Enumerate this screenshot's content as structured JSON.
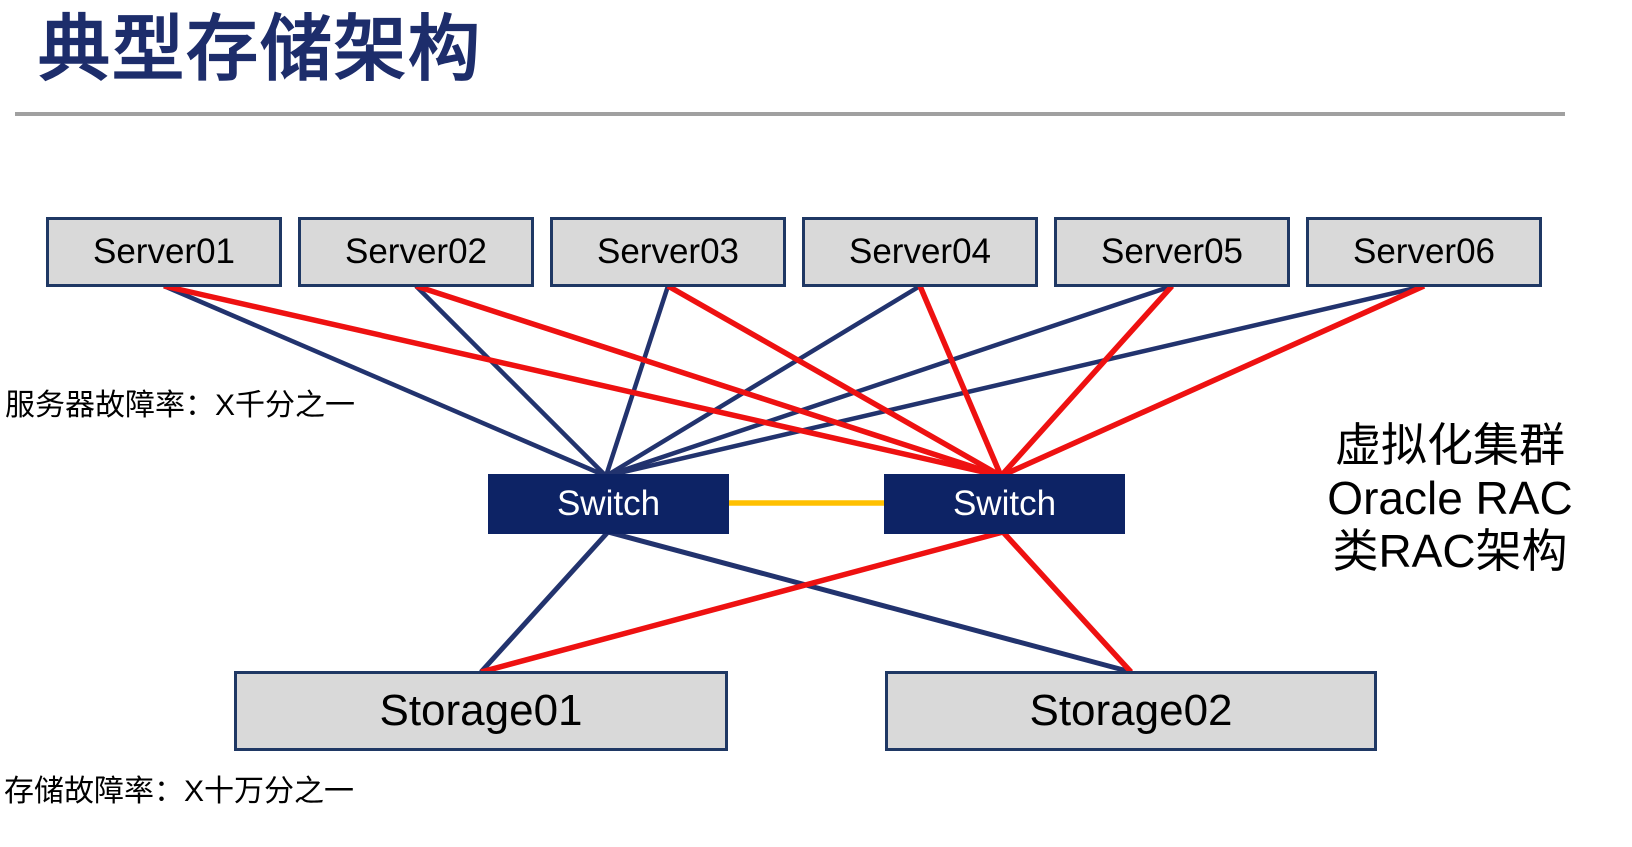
{
  "title": "典型存储架构",
  "servers": [
    {
      "label": "Server01"
    },
    {
      "label": "Server02"
    },
    {
      "label": "Server03"
    },
    {
      "label": "Server04"
    },
    {
      "label": "Server05"
    },
    {
      "label": "Server06"
    }
  ],
  "switches": [
    {
      "label": "Switch"
    },
    {
      "label": "Switch"
    }
  ],
  "storages": [
    {
      "label": "Storage01"
    },
    {
      "label": "Storage02"
    }
  ],
  "notes": {
    "server_failure_rate": "服务器故障率：X千分之一",
    "storage_failure_rate": "存储故障率：X十万分之一"
  },
  "annotation": {
    "line1": "虚拟化集群",
    "line2": "Oracle RAC",
    "line3": "类RAC架构"
  },
  "connections": [
    {
      "from": "each-server",
      "to": "switch-1",
      "color": "blue"
    },
    {
      "from": "each-server",
      "to": "switch-2",
      "color": "red"
    },
    {
      "from": "switch-1",
      "to": "switch-2",
      "color": "orange"
    },
    {
      "from": "switch-1",
      "to": "storage-1",
      "color": "blue"
    },
    {
      "from": "switch-1",
      "to": "storage-2",
      "color": "blue"
    },
    {
      "from": "switch-2",
      "to": "storage-1",
      "color": "red"
    },
    {
      "from": "switch-2",
      "to": "storage-2",
      "color": "red"
    }
  ],
  "colors": {
    "title_navy": "#1d2d6b",
    "box_fill_gray": "#d9d9d9",
    "box_border_navy": "#1f3864",
    "switch_fill_navy": "#0d2365",
    "line_blue": "#22336e",
    "line_red": "#ee1111",
    "line_orange": "#ffc000",
    "rule_gray": "#a0a0a0",
    "text_black": "#000000",
    "text_white": "#ffffff"
  }
}
